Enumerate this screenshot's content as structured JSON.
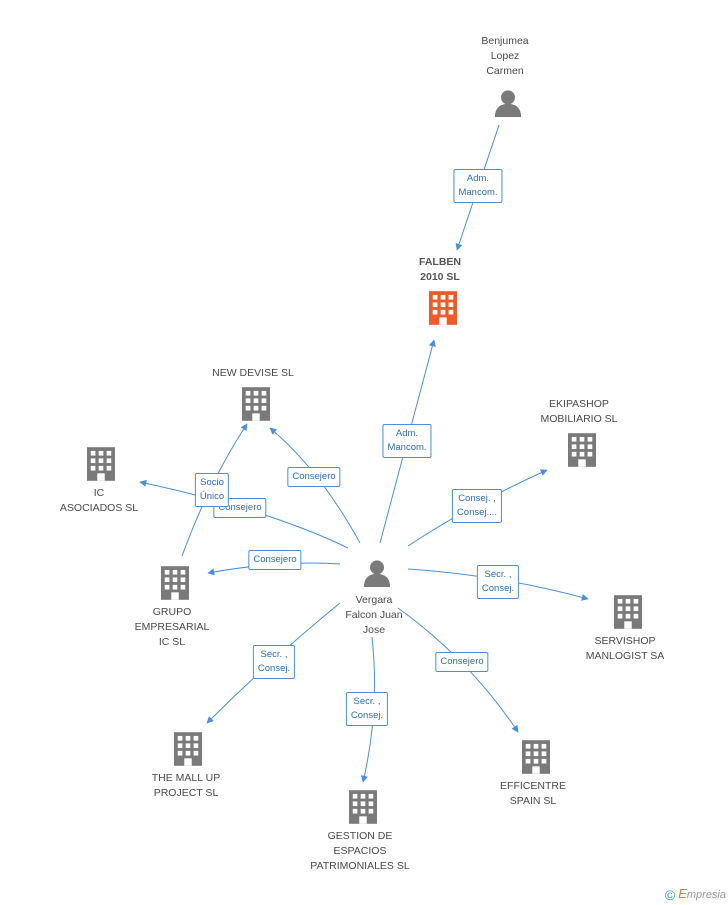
{
  "nodes": [
    {
      "id": "benjumea",
      "type": "person",
      "label": "Benjumea\nLopez\nCarmen"
    },
    {
      "id": "falben",
      "type": "company",
      "highlight": true,
      "label": "FALBEN\n2010 SL"
    },
    {
      "id": "newdevise",
      "type": "company",
      "label": "NEW DEVISE SL"
    },
    {
      "id": "ekipashop",
      "type": "company",
      "label": "EKIPASHOP\nMOBILIARIO SL"
    },
    {
      "id": "ic",
      "type": "company",
      "label": "IC\nASOCIADOS SL"
    },
    {
      "id": "vergara",
      "type": "person",
      "label": "Vergara\nFalcon Juan\nJose"
    },
    {
      "id": "grupo",
      "type": "company",
      "label": "GRUPO\nEMPRESARIAL\nIC SL"
    },
    {
      "id": "servishop",
      "type": "company",
      "label": "SERVISHOP\nMANLOGIST SA"
    },
    {
      "id": "mallup",
      "type": "company",
      "label": "THE MALL UP\nPROJECT  SL"
    },
    {
      "id": "efficentre",
      "type": "company",
      "label": "EFFICENTRE\nSPAIN  SL"
    },
    {
      "id": "gestion",
      "type": "company",
      "label": "GESTION DE\nESPACIOS\nPATRIMONIALES SL"
    }
  ],
  "edges": [
    {
      "label": "Adm.\nMancom."
    },
    {
      "label": "Adm.\nMancom."
    },
    {
      "label": "Consejero"
    },
    {
      "label": "Consej. ,\nConsej...."
    },
    {
      "label": "Consejero"
    },
    {
      "label": "Consejero"
    },
    {
      "label": "Secr. ,\nConsej."
    },
    {
      "label": "Secr. ,\nConsej."
    },
    {
      "label": "Secr. ,\nConsej."
    },
    {
      "label": "Consejero"
    },
    {
      "label": "Socio\nÚnico"
    }
  ],
  "colors": {
    "edge": "#4a90d9",
    "company": "#7a7a7a",
    "highlight": "#f05a28",
    "person": "#7a7a7a"
  },
  "footer": {
    "copyright": "©",
    "brand_first": "E",
    "brand_rest": "mpresia"
  }
}
